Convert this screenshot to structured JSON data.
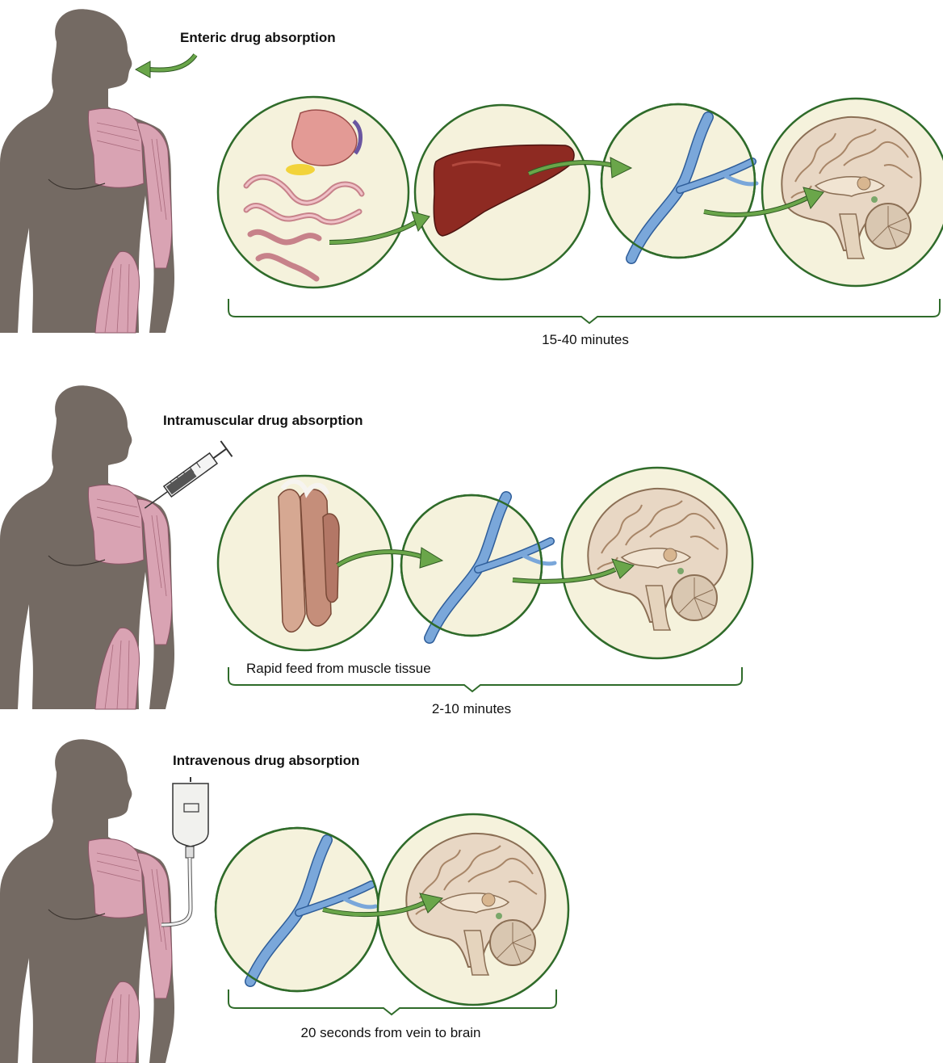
{
  "sections": [
    {
      "title": "Enteric drug absorption",
      "time": "15-40 minutes",
      "steps": [
        "digestive-tract",
        "liver",
        "vein",
        "brain"
      ]
    },
    {
      "title": "Intramuscular drug absorption",
      "note": "Rapid feed from muscle tissue",
      "time": "2-10 minutes",
      "steps": [
        "muscle",
        "vein",
        "brain"
      ]
    },
    {
      "title": "Intravenous drug absorption",
      "time": "20 seconds from vein to brain",
      "steps": [
        "vein",
        "brain"
      ]
    }
  ],
  "colors": {
    "body": "#746a63",
    "muscle": "#d9a3b3",
    "circle_fill": "#f5f2dc",
    "circle_stroke": "#2f6b2a",
    "arrow": "#6aa64a",
    "vein": "#7aa7da",
    "liver": "#8e2a22",
    "stomach": "#e39a95",
    "brain": "#e8d7c4"
  }
}
